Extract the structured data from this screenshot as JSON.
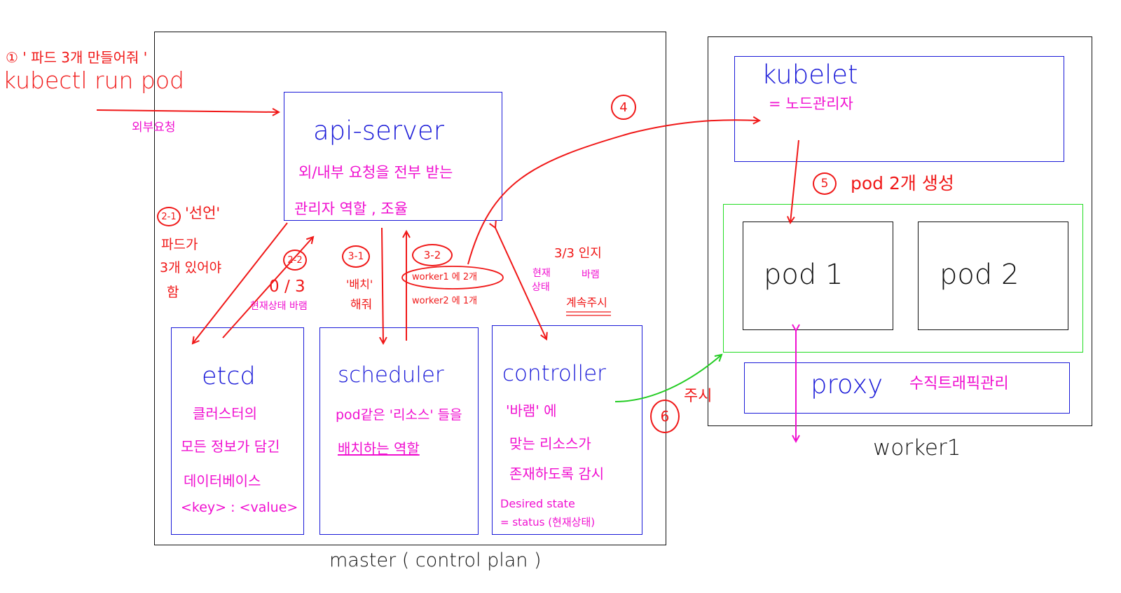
{
  "master": {
    "caption": "master ( control plan )",
    "api_server": {
      "title": "api-server",
      "desc_line1": "외/내부 요청을 전부 받는",
      "desc_line2": "관리자 역할 , 조율"
    },
    "etcd": {
      "title": "etcd",
      "line1": "클러스터의",
      "line2": "모든 정보가 담긴",
      "line3": "데이터베이스",
      "line4": "<key> : <value>"
    },
    "scheduler": {
      "title": "scheduler",
      "line1": "pod같은 '리소스' 들을",
      "line2": "배치하는 역할"
    },
    "controller": {
      "title": "controller",
      "line1": "'바램' 에",
      "line2": "맞는 리소스가",
      "line3": "존재하도록 감시",
      "line4": "Desired state",
      "line5": "= status (현재상태)"
    }
  },
  "worker": {
    "caption": "worker1",
    "kubelet": {
      "title": "kubelet",
      "subtitle": "= 노드관리자"
    },
    "pods": [
      {
        "label": "pod 1"
      },
      {
        "label": "pod 2"
      }
    ],
    "proxy": {
      "title": "proxy",
      "note": "수직트래픽관리"
    }
  },
  "annotations": {
    "step1_label": "① ' 파드 3개 만들어줘 '",
    "step1_command": "kubectl run pod",
    "external_request": "외부요청",
    "step2_1_num": "2-1",
    "step2_1_title": "'선언'",
    "step2_1_line1": "파드가",
    "step2_1_line2": "3개 있어야",
    "step2_1_line3": "함",
    "step2_2_num": "2-2",
    "step2_2_ratio": "0 / 3",
    "step2_2_desc": "현재상태 바램",
    "step3_1_num": "3-1",
    "step3_1_line1": "'배치'",
    "step3_1_line2": "해줘",
    "step3_2_num": "3-2",
    "step3_2_line1": "worker1 에 2개",
    "step3_2_line2": "worker2 에 1개",
    "ctrl_ratio": "3/3 인지",
    "ctrl_current": "현재",
    "ctrl_state": "상태",
    "ctrl_wish": "바램",
    "ctrl_watch": "계속주시",
    "step4_num": "4",
    "step5_num": "5",
    "step5_text": "pod 2개 생성",
    "step6_num": "6",
    "step6_text": "주시"
  },
  "colors": {
    "master_border": "#111111",
    "component_border": "#1a1ad8",
    "pod_group_border": "#22dd22",
    "arrow_red": "#f01818",
    "arrow_magenta": "#f010d0",
    "arrow_green": "#22cc22"
  }
}
